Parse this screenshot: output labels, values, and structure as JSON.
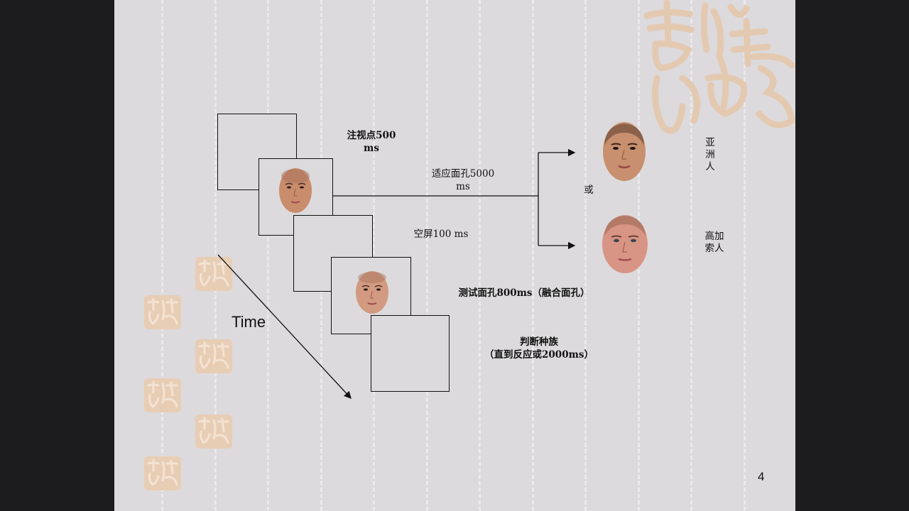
{
  "slide": {
    "page_number": "4",
    "time_label": "Time",
    "steps": {
      "fixation": [
        "注视点500",
        "ms"
      ],
      "adaptation": [
        "适应面孔5000",
        "ms"
      ],
      "blank": "空屏100 ms",
      "test": "测试面孔800ms（融合面孔）",
      "judge": [
        "判断种族",
        "（直到反应或2000ms）"
      ]
    },
    "or_label": "或",
    "choices": {
      "asian": "亚洲人",
      "caucasian": [
        "高加",
        "索人"
      ]
    }
  },
  "colors": {
    "slide_background": "#dcdadc",
    "seal": "#e8cdb5",
    "outside": "#1c1c1e"
  }
}
